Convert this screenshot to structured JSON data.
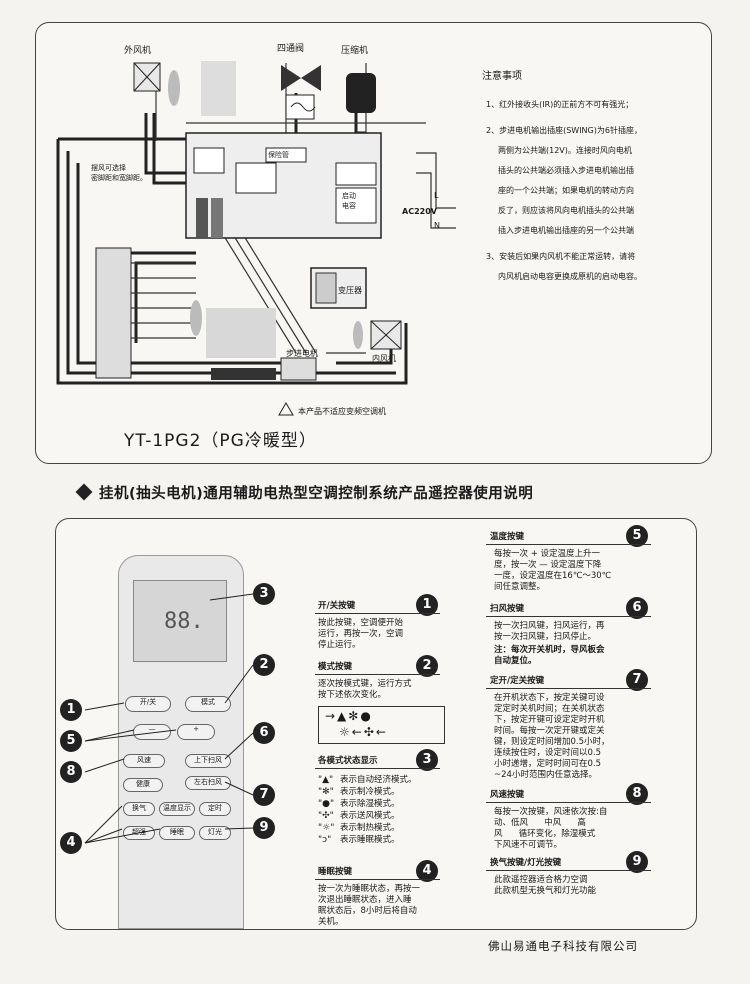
{
  "diagram": {
    "outdoor_fan": "外风机",
    "four_way_valve": "四通阀",
    "compressor": "压缩机",
    "swing_note": "摆风可选择\n密脚距和宽脚距。",
    "insurance": "保险管",
    "start_cap": "启动\n电容",
    "transformer": "变压器",
    "ac_label": "AC220V",
    "L": "L",
    "N": "N",
    "stepper": "步进电机",
    "indoor_fan": "内风机",
    "warning": "本产品不适应变频空调机",
    "model": "YT-1PG2（PG冷暖型）"
  },
  "notes": {
    "title": "注意事项",
    "lines": [
      "1、红外接收头(IR)的正前方不可有强光；",
      "2、步进电机输出插座(SWING)为6针插座，",
      "两侧为公共端(12V)。连接时风向电机",
      "插头的公共端必须插入步进电机输出插",
      "座的一个公共端；如果电机的转动方向",
      "反了，则应该将风向电机插头的公共端",
      "插入步进电机输出插座的另一个公共端",
      "3、安装后如果内风机不能正常运转，请将",
      "内风机启动电容更换成原机的启动电容。"
    ]
  },
  "heading": "挂机(抽头电机)通用辅助电热型空调控制系统产品遥控器使用说明",
  "remote": {
    "display": "88.",
    "buttons": {
      "power": "开/关",
      "mode": "模式",
      "minus": "—",
      "plus": "+",
      "speed": "风速",
      "swing_ud": "上下扫风",
      "health": "健康",
      "swing_lr": "左右扫风",
      "fresh": "换气",
      "timer_set": "温度显示",
      "timer": "定时",
      "heat": "超强",
      "sleep": "睡眠",
      "light": "灯光"
    },
    "callouts": [
      "1",
      "2",
      "3",
      "4",
      "5",
      "6",
      "7",
      "8",
      "9"
    ]
  },
  "sections": {
    "s1": {
      "num": "1",
      "title": "开/关按键",
      "text": "按此按键，空调便开始\n运行，再按一次，空调\n停止运行。"
    },
    "s2": {
      "num": "2",
      "title": "模式按键",
      "text": "逐次按模式键，运行方式\n按下述依次变化。"
    },
    "s3": {
      "num": "3",
      "title": "各模式状态显示",
      "lines": [
        "表示自动经济模式。",
        "表示制冷模式。",
        "表示除湿模式。",
        "表示送风模式。",
        "表示制热模式。",
        "表示睡眠模式。"
      ]
    },
    "s4": {
      "num": "4",
      "title": "睡眠按键",
      "text": "按一次为睡眠状态，再按一\n次退出睡眠状态，进入睡\n眠状态后，8小时后将自动\n关机。"
    },
    "s5": {
      "num": "5",
      "title": "温度按键",
      "text": "每按一次 + 设定温度上升一\n度，按一次 — 设定温度下降\n一度，设定温度在16℃～30℃\n间任意调整。"
    },
    "s6": {
      "num": "6",
      "title": "扫风按键",
      "text": "按一次扫风键，扫风运行，再\n按一次扫风键，扫风停止。",
      "note": "注：每次开关机时，导风板会\n自动复位。"
    },
    "s7": {
      "num": "7",
      "title": "定开/定关按键",
      "text": "在开机状态下，按定关键可设\n定定时关机时间；在关机状态\n下，按定开键可设定定时开机\n时间。每按一次定开键或定关\n键，则设定时间增加0.5小时，\n连续按住时，设定时间以0.5\n小时递增，定时时间可在0.5\n~24小时范围内任意选择。"
    },
    "s8": {
      "num": "8",
      "title": "风速按键",
      "text": "每按一次按键，风速依次按:自\n动、低风      中风      高\n风      循环变化，除湿模式\n下风速不可调节。"
    },
    "s9": {
      "num": "9",
      "title": "换气按键/灯光按键",
      "text": "此款遥控器适合格力空调\n此款机型无换气和灯光功能"
    }
  },
  "footer": "佛山易通电子科技有限公司"
}
